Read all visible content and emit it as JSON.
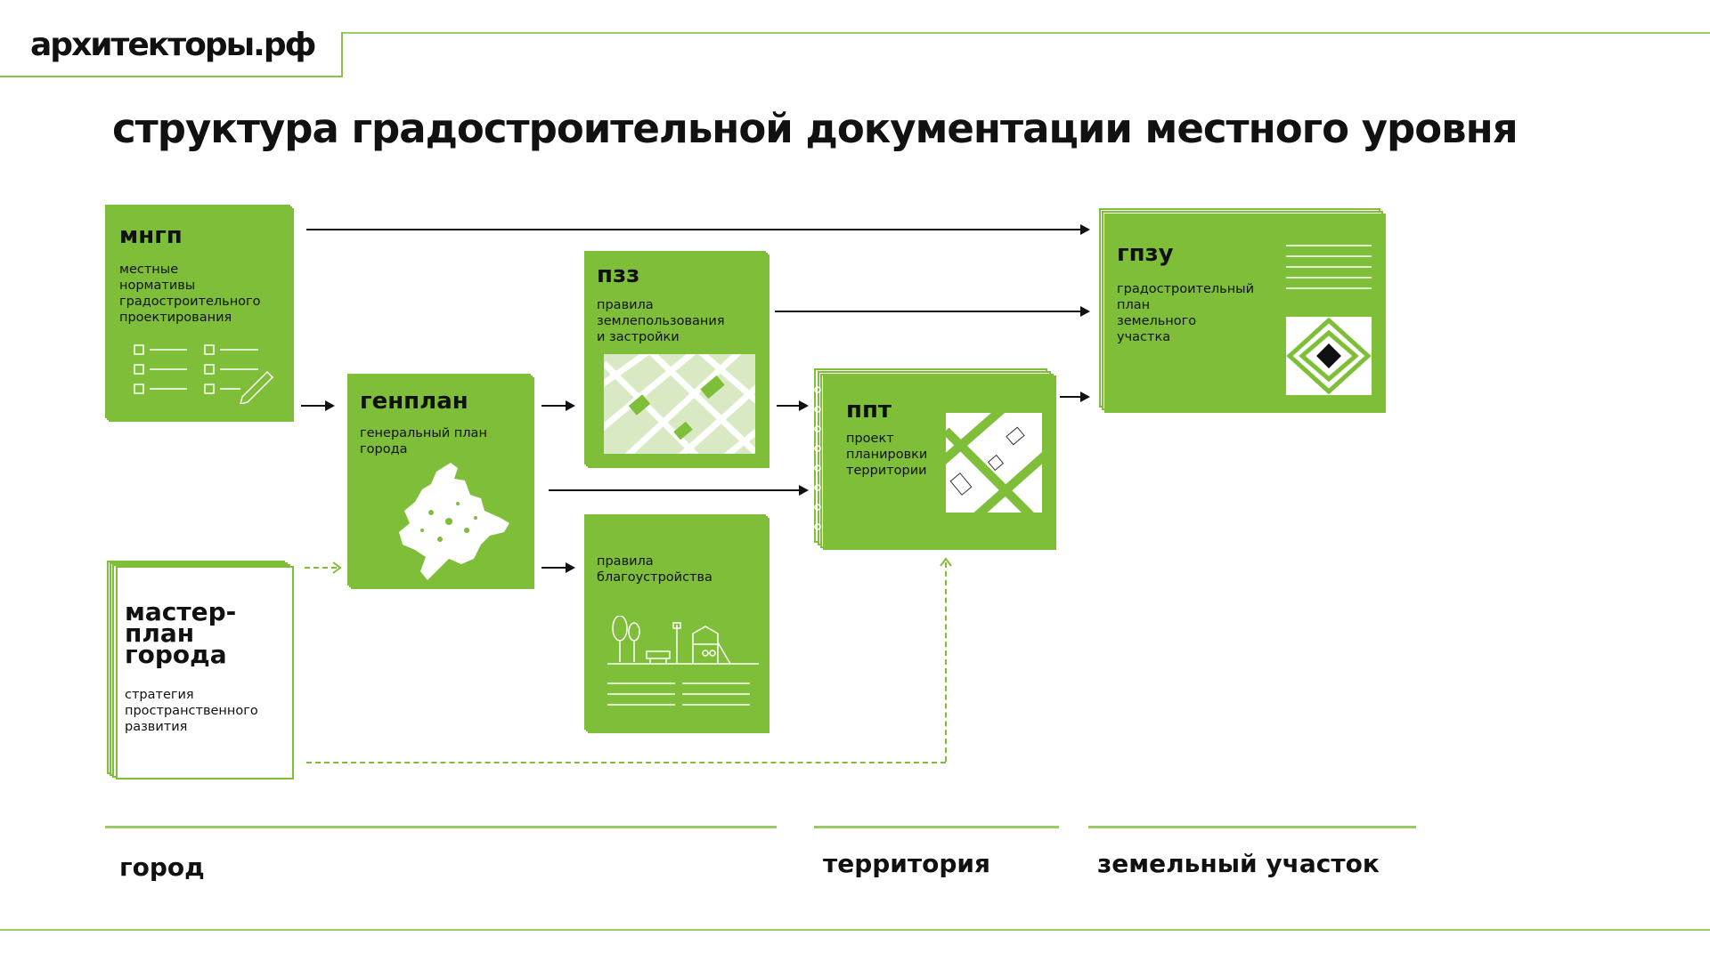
{
  "brand": "архитекторы.рф",
  "title": "структура градостроительной документации местного уровня",
  "docs": {
    "mngp": {
      "abbr": "мнгп",
      "desc": [
        "местные",
        "нормативы",
        "градостроительного",
        "проектирования"
      ]
    },
    "genplan": {
      "abbr": "генплан",
      "desc": [
        "генеральный план",
        "города"
      ]
    },
    "pzz": {
      "abbr": "пзз",
      "desc": [
        "правила",
        "землепользования",
        "и застройки"
      ]
    },
    "blago": {
      "desc": [
        "правила",
        "благоустройства"
      ]
    },
    "ppt": {
      "abbr": "ппт",
      "desc": [
        "проект",
        "планировки",
        "территории"
      ]
    },
    "gpzu": {
      "abbr": "гпзу",
      "desc": [
        "градостроительный",
        "план",
        "земельного",
        "участка"
      ]
    },
    "master": {
      "title": [
        "мастер-",
        "план",
        "города"
      ],
      "desc": [
        "стратегия",
        "пространственного",
        "развития"
      ]
    }
  },
  "categories": {
    "city": "город",
    "territory": "территория",
    "plot": "земельный участок"
  },
  "colors": {
    "green": "#7fbe38",
    "line": "#9cc96a",
    "text": "#111111"
  }
}
